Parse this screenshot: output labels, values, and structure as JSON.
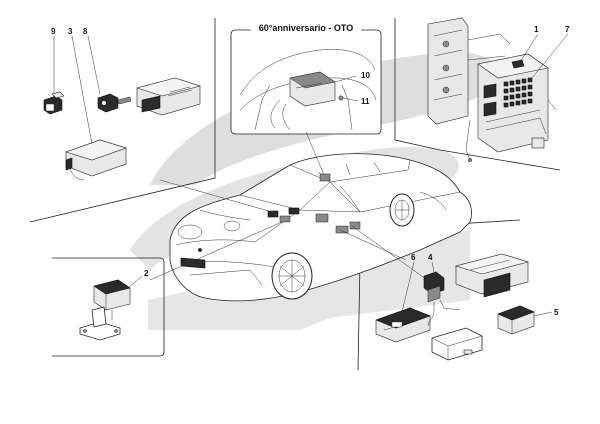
{
  "inset": {
    "title": "60°anniversario - OTO"
  },
  "callouts": {
    "c1": "1",
    "c2": "2",
    "c3": "3",
    "c4": "4",
    "c5": "5",
    "c6": "6",
    "c7": "7",
    "c8": "8",
    "c9": "9",
    "c10": "10",
    "c11": "11"
  },
  "colors": {
    "swoosh": "#d9d9d9",
    "line": "#222222"
  }
}
